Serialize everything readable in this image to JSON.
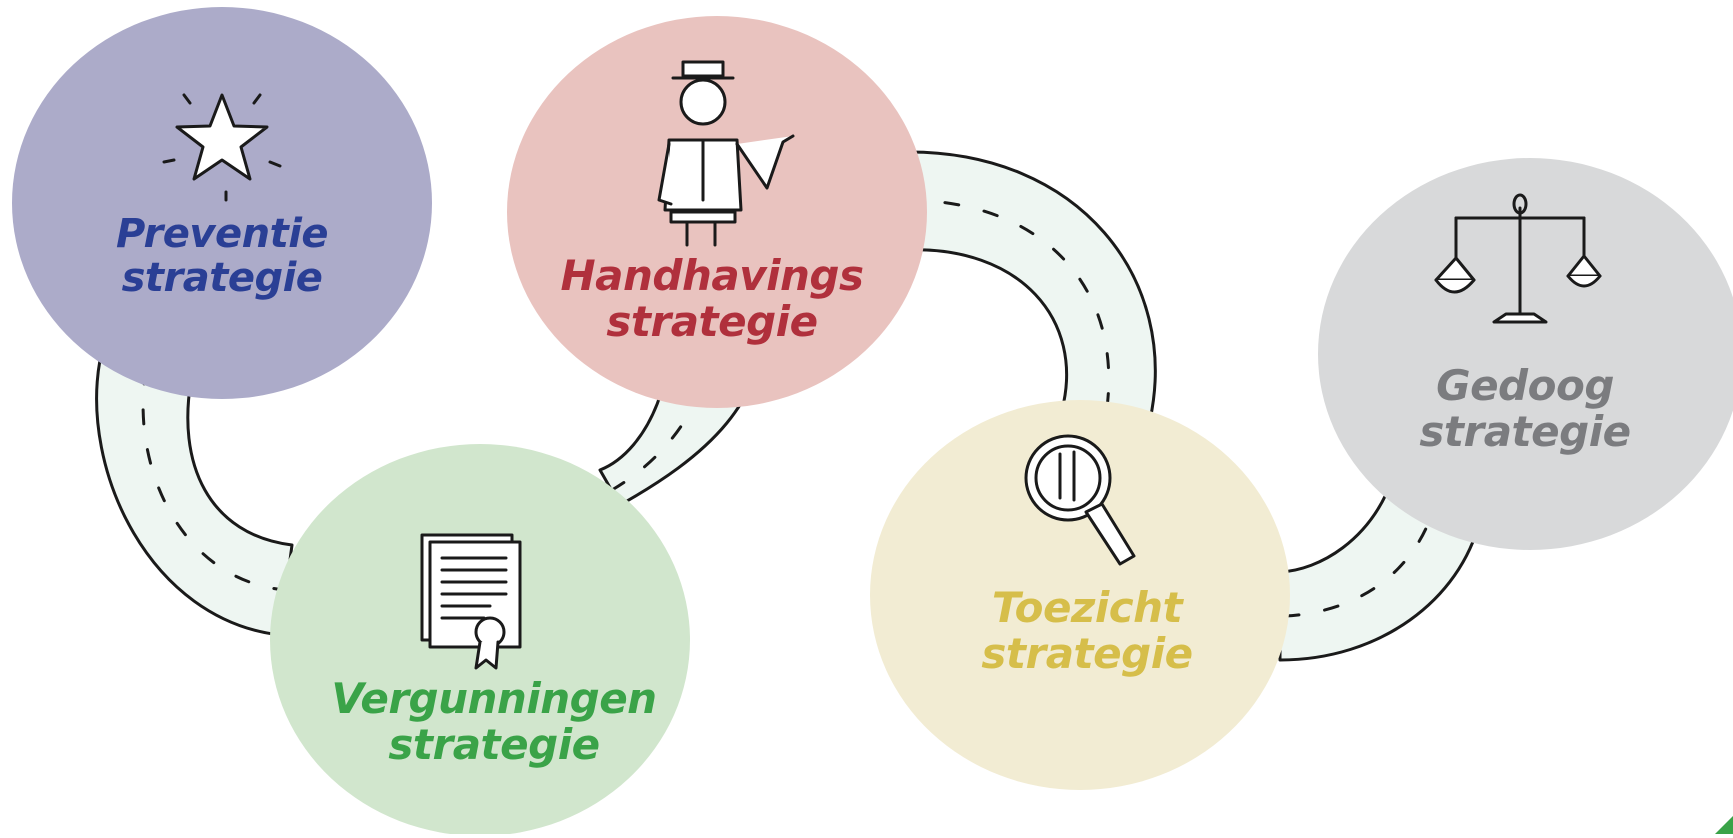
{
  "diagram": {
    "nodes": [
      {
        "id": "preventie",
        "line1": "Preventie",
        "line2": "strategie",
        "icon": "star-icon",
        "fill": "#acabc9",
        "text_color": "#2a3f95"
      },
      {
        "id": "handhavings",
        "line1": "Handhavings",
        "line2": "strategie",
        "icon": "officer-icon",
        "fill": "#e9c3bf",
        "text_color": "#b0303c"
      },
      {
        "id": "vergunningen",
        "line1": "Vergunningen",
        "line2": "strategie",
        "icon": "certificate-icon",
        "fill": "#d1e6cd",
        "text_color": "#3aa348"
      },
      {
        "id": "toezicht",
        "line1": "Toezicht",
        "line2": "strategie",
        "icon": "magnifier-icon",
        "fill": "#f2ecd3",
        "text_color": "#d6be4a"
      },
      {
        "id": "gedoog",
        "line1": "Gedoog",
        "line2": "strategie",
        "icon": "scales-icon",
        "fill": "#d8d9da",
        "text_color": "#7b7c7f"
      }
    ],
    "road_color": "#eef6f2",
    "accent_corner": "#3aa348"
  }
}
